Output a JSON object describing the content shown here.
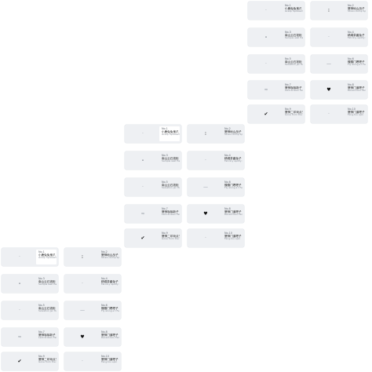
{
  "groups": [
    {
      "cards": [
        {
          "no": "No.1",
          "title": "小鹿兔兔鬼爪",
          "sub": "Grasp Spokesman Ghost",
          "glyph": "·",
          "dark": false
        },
        {
          "no": "No.2",
          "title": "蟹神地山战子",
          "sub": "Strain-dump Spin",
          "glyph": "⁝",
          "dark": true
        },
        {
          "no": "No.3",
          "title": "南山云石钱柜",
          "sub": "Sample wall Hall",
          "glyph": "∙",
          "dark": false
        },
        {
          "no": "No.4",
          "title": "精绵茶酱兔子",
          "sub": "Fat-tiny spotty Fa",
          "glyph": "·",
          "dark": false
        },
        {
          "no": "No.5",
          "title": "南山云石钱柜",
          "sub": "Salvation Jer Hai",
          "glyph": "·",
          "dark": false
        },
        {
          "no": "No.6",
          "title": "蝶蝶门嗯嗯子",
          "sub": "Fly along a t Fe",
          "glyph": "—",
          "dark": false
        },
        {
          "no": "No.7",
          "title": "蟹神咖咖新子",
          "sub": "Lent-broken Fan",
          "glyph": "≈",
          "dark": false
        },
        {
          "no": "No.8",
          "title": "蟹神门道嗯子",
          "sub": "Recent-bou Fan",
          "glyph": "♥",
          "dark": true
        },
        {
          "no": "No.9",
          "title": "蟹神二印戏点子",
          "sub": "Gone from the Fur",
          "glyph": "✔",
          "dark": true
        },
        {
          "no": "No.10",
          "title": "蟹神门道嗯子",
          "sub": "Fang-tou spin",
          "glyph": "·",
          "dark": false
        }
      ]
    },
    {
      "cards": [
        {
          "no": "No.1",
          "title": "小鹿兔兔鬼爪",
          "sub": "Grasp Spokesman Ghost",
          "glyph": "·",
          "dark": false
        },
        {
          "no": "No.2",
          "title": "蟹神地山战子",
          "sub": "Strain-dump Spin",
          "glyph": "⁝",
          "dark": true
        },
        {
          "no": "No.3",
          "title": "南山云石钱柜",
          "sub": "Sample wall Hall",
          "glyph": "∙",
          "dark": false
        },
        {
          "no": "No.4",
          "title": "精绵茶酱兔子",
          "sub": "Fat-tiny spotty Fa",
          "glyph": "·",
          "dark": false
        },
        {
          "no": "No.5",
          "title": "南山云石钱柜",
          "sub": "Salvation Jer Hai",
          "glyph": "·",
          "dark": false
        },
        {
          "no": "No.6",
          "title": "蝶蝶门嗯嗯子",
          "sub": "Fly along a t Fe",
          "glyph": "—",
          "dark": false
        },
        {
          "no": "No.7",
          "title": "蟹神咖咖新子",
          "sub": "Lent-broken Fan",
          "glyph": "≈",
          "dark": false
        },
        {
          "no": "No.8",
          "title": "蟹神门道嗯子",
          "sub": "Recent-bou Fan",
          "glyph": "♥",
          "dark": true
        },
        {
          "no": "No.9",
          "title": "蟹神二印戏点子",
          "sub": "Gone from the Fur",
          "glyph": "✔",
          "dark": true
        },
        {
          "no": "No.10",
          "title": "蟹神门道嗯子",
          "sub": "Fang-tou spin",
          "glyph": "·",
          "dark": false
        }
      ]
    },
    {
      "cards": [
        {
          "no": "No.1",
          "title": "小鹿兔兔鬼爪",
          "sub": "Grasp Spokesman Ghost",
          "glyph": "·",
          "dark": false
        },
        {
          "no": "No.2",
          "title": "蟹神地山战子",
          "sub": "Strain-dump Spin",
          "glyph": "⁝",
          "dark": true
        },
        {
          "no": "No.3",
          "title": "南山云石钱柜",
          "sub": "Sample wall Hall",
          "glyph": "∙",
          "dark": false
        },
        {
          "no": "No.4",
          "title": "精绵茶酱兔子",
          "sub": "Fat-tiny spotty Fa",
          "glyph": "·",
          "dark": false
        },
        {
          "no": "No.5",
          "title": "南山云石钱柜",
          "sub": "Salvation Jer Hai",
          "glyph": "·",
          "dark": false
        },
        {
          "no": "No.6",
          "title": "蝶蝶门嗯嗯子",
          "sub": "Fly along a t Fe",
          "glyph": "—",
          "dark": false
        },
        {
          "no": "No.7",
          "title": "蟹神咖咖新子",
          "sub": "Lent-broken Fan",
          "glyph": "≈",
          "dark": false
        },
        {
          "no": "No.8",
          "title": "蟹神门道嗯子",
          "sub": "Recent-bou Fan",
          "glyph": "♥",
          "dark": true
        },
        {
          "no": "No.9",
          "title": "蟹神二印戏点子",
          "sub": "Gone from the Fur",
          "glyph": "✔",
          "dark": true
        },
        {
          "no": "No.10",
          "title": "蟹神门道嗯子",
          "sub": "Fang-tou spin",
          "glyph": "·",
          "dark": false
        }
      ]
    }
  ]
}
